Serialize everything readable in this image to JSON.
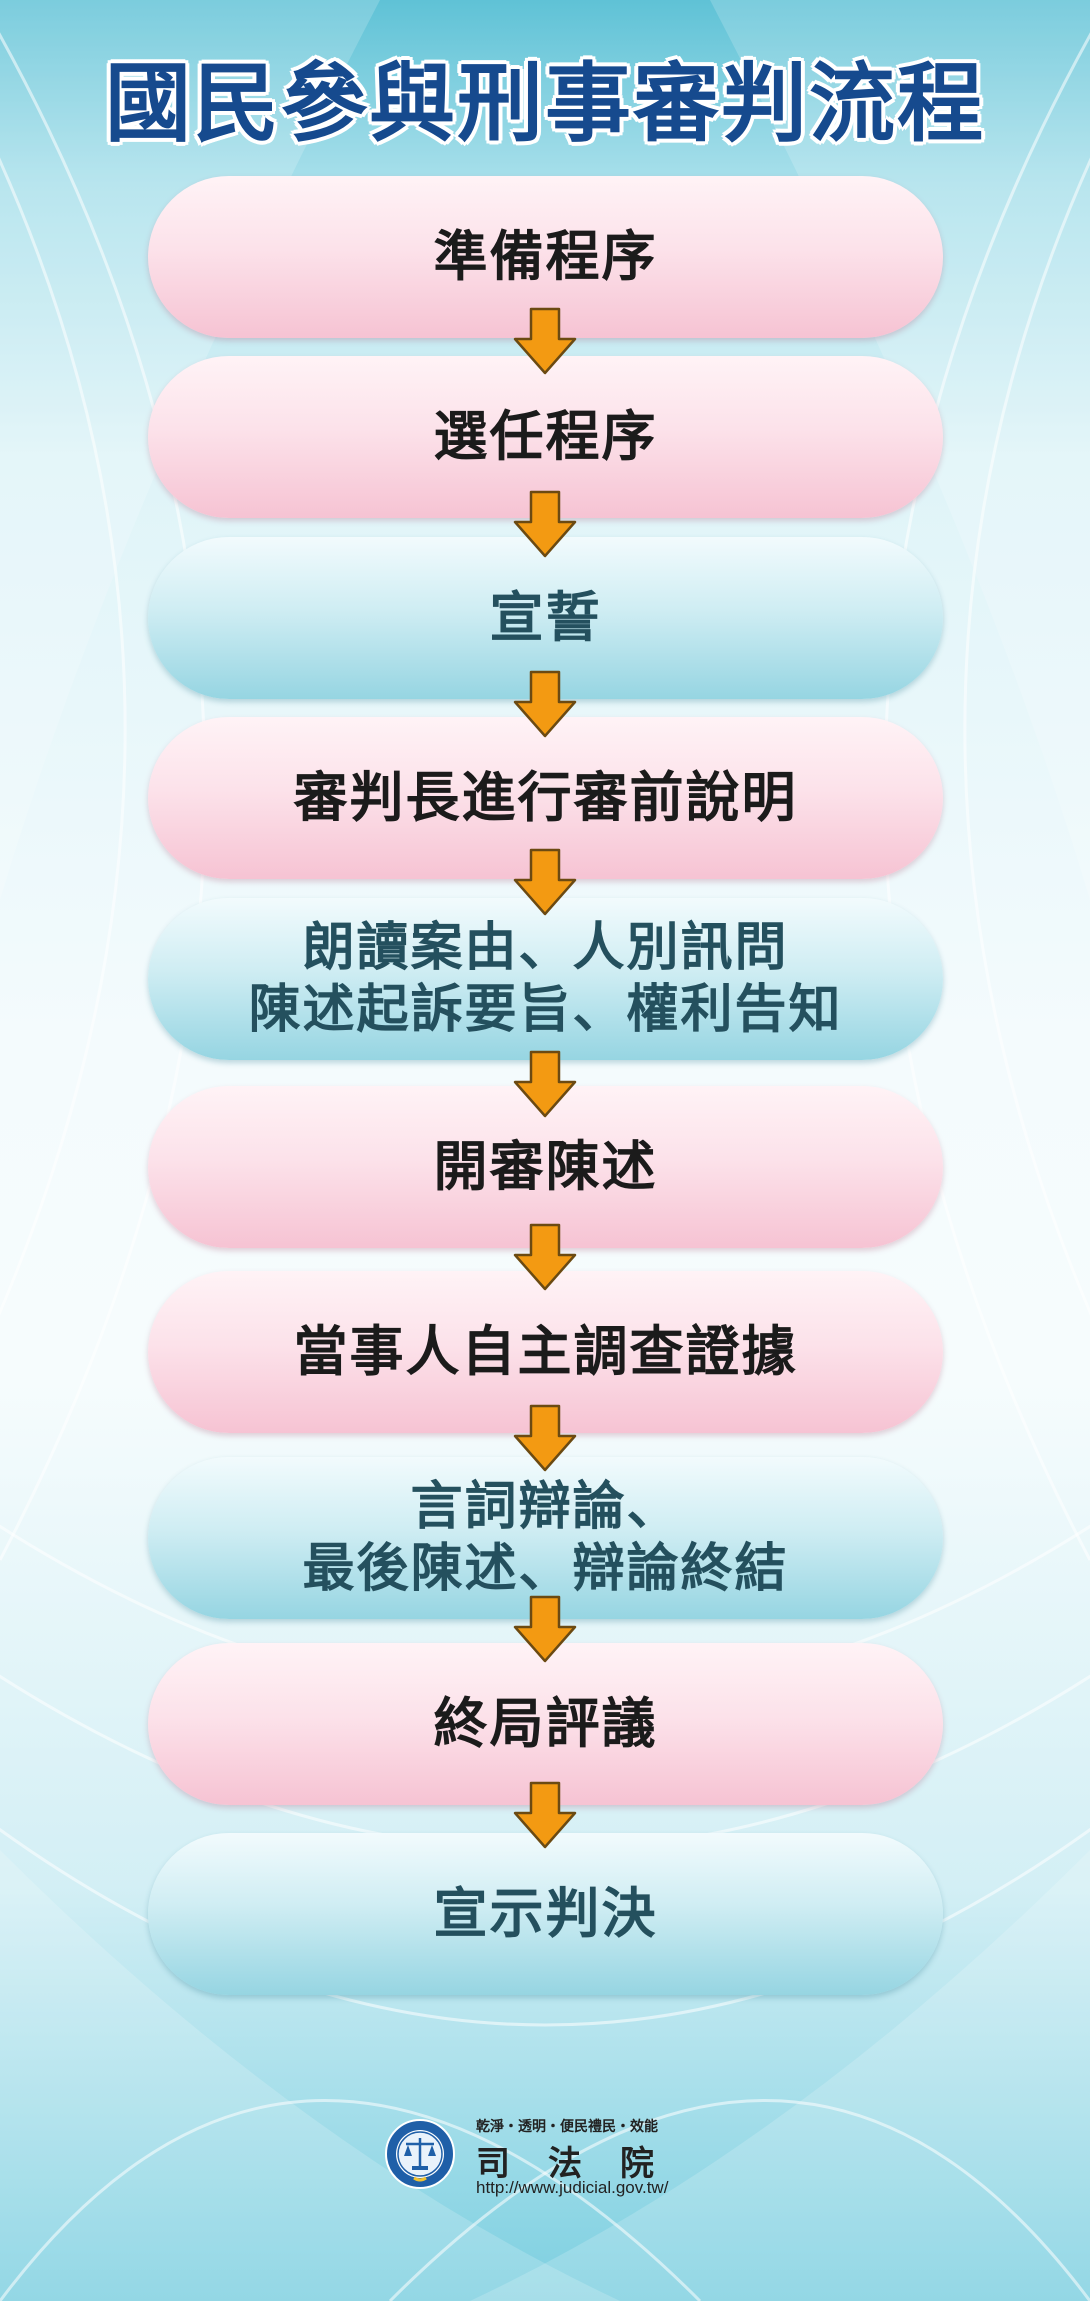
{
  "title": "國民參與刑事審判流程",
  "steps": [
    {
      "label": "準備程序",
      "style": "pink"
    },
    {
      "label": "選任程序",
      "style": "pink"
    },
    {
      "label": "宣誓",
      "style": "teal"
    },
    {
      "label": "審判長進行審前說明",
      "style": "pink"
    },
    {
      "label": "朗讀案由、人別訊問\n陳述起訴要旨、權利告知",
      "style": "teal"
    },
    {
      "label": "開審陳述",
      "style": "pink"
    },
    {
      "label": "當事人自主調查證據",
      "style": "pink"
    },
    {
      "label": "言詞辯論、\n最後陳述、辯論終結",
      "style": "teal"
    },
    {
      "label": "終局評議",
      "style": "pink"
    },
    {
      "label": "宣示判決",
      "style": "teal"
    }
  ],
  "footer": {
    "motto": "乾淨・透明・便民禮民・效能",
    "org": "司法院",
    "url": "http://www.judicial.gov.tw/"
  },
  "colors": {
    "title": "#164a8e",
    "arrow": "#f39a12",
    "pink_box": "#f8c9d8",
    "teal_box": "#9ed8e4"
  },
  "icons": [
    "down-arrow-icon",
    "judicial-yuan-seal-icon"
  ]
}
